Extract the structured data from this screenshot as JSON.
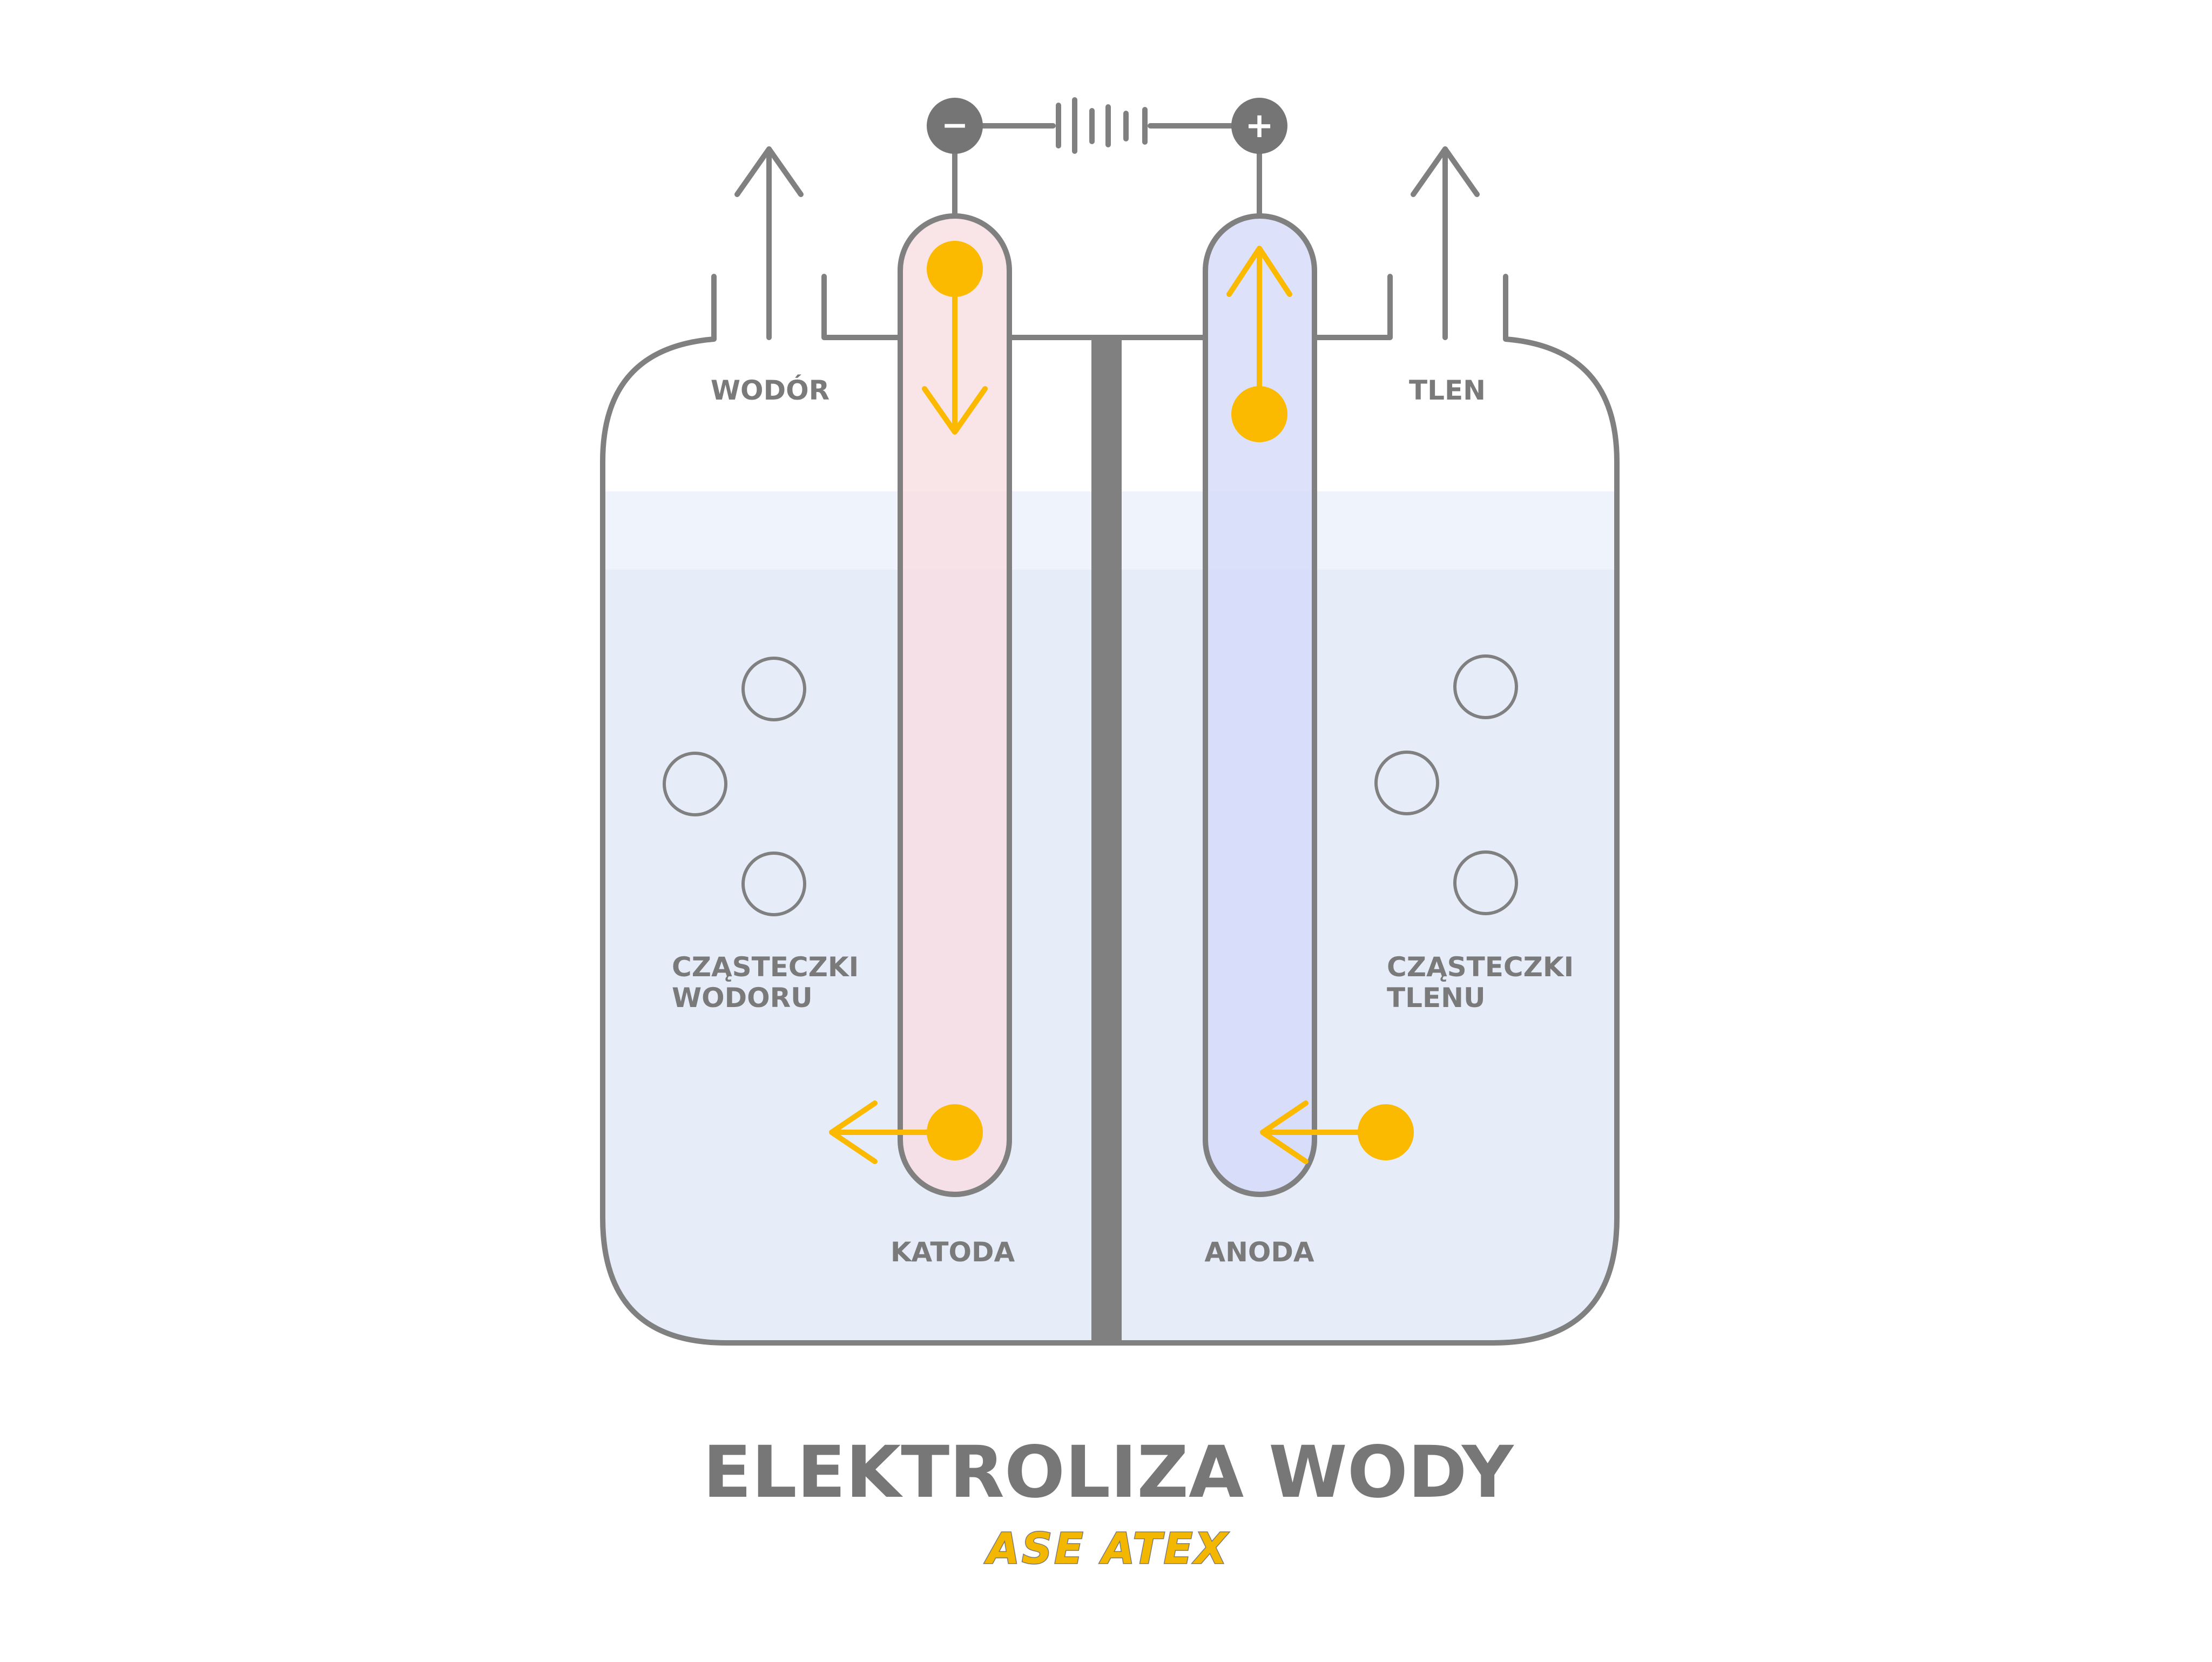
{
  "title": "ELEKTROLIZA WODY",
  "logo": "ASE ATEX",
  "labels": {
    "hydrogen_gas": "WODÓR",
    "oxygen_gas": "TLEN",
    "hydrogen_molecules_line1": "CZĄSTECZKI",
    "hydrogen_molecules_line2": "WODORU",
    "oxygen_molecules_line1": "CZĄSTECZKI",
    "oxygen_molecules_line2": "TLENU",
    "cathode": "KATODA",
    "anode": "ANODA"
  },
  "terminals": {
    "negative": "−",
    "positive": "+"
  },
  "colors": {
    "outline": "#808080",
    "water": "#e6edf9",
    "water_surface": "#eff4fc",
    "cathode_fill": "#f7dde0",
    "anode_fill": "#d3d8f8",
    "electron": "#fbb900",
    "logo_fill": "#f3b700"
  }
}
